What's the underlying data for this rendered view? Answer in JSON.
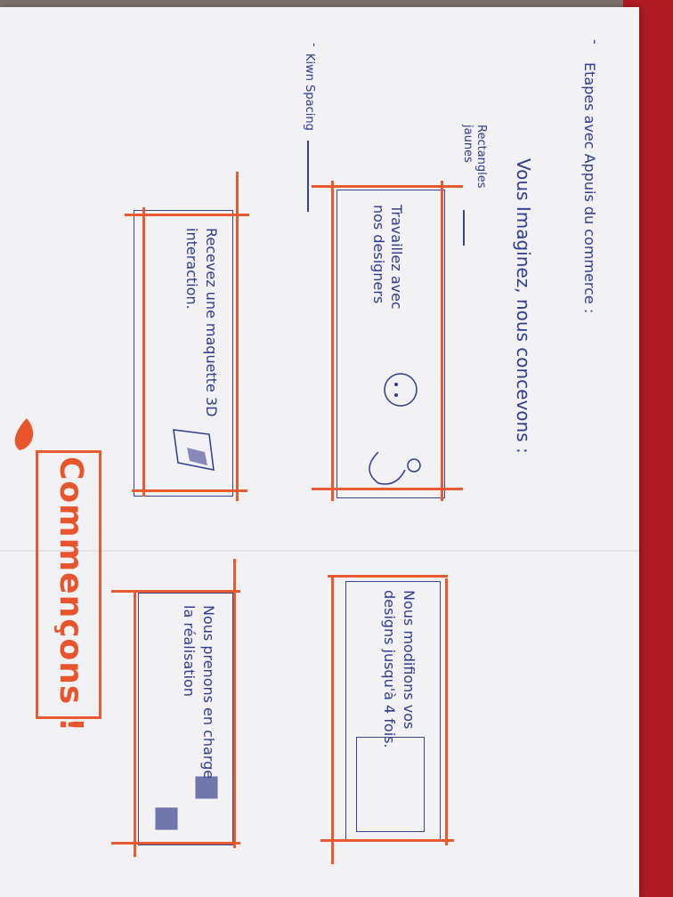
{
  "page": {
    "heading": "Etapes avec Appuis du commerce :",
    "dash1": "-",
    "intro": "Vous Imaginez, nous concevons :",
    "margin_note_1": "Rectangles jaunes",
    "margin_note_2": "Kiwn Spacing",
    "dash2": "-"
  },
  "steps": [
    {
      "text": "Travaillez avec nos designers"
    },
    {
      "text": "Recevez une maquette 3D interaction."
    },
    {
      "text": "Nous modifions vos designs jusqu'à 4 fois."
    },
    {
      "text": "Nous prenons en charge la réalisation"
    }
  ],
  "cta": {
    "label": "Commençons !"
  },
  "colors": {
    "ink_blue": "#2e3b8f",
    "marker_orange": "#e8542c",
    "paper": "#f2f2f4"
  }
}
